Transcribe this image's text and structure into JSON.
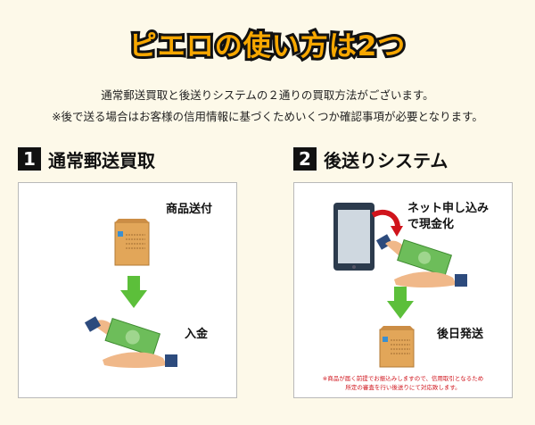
{
  "page": {
    "title": "ピエロの使い方は2つ",
    "intro_line1": "通常郵送買取と後送りシステムの２通りの買取方法がございます。",
    "intro_line2": "※後で送る場合はお客様の信用情報に基づくためいくつか確認事項が必要となります。"
  },
  "method1": {
    "number": "1",
    "title": "通常郵送買取",
    "step1": "商品送付",
    "step2": "入金"
  },
  "method2": {
    "number": "2",
    "title": "後送りシステム",
    "step1_line1": "ネット申し込み",
    "step1_line2": "で現金化",
    "step2": "後日発送",
    "note_line1": "※商品が届く前提でお振込みしますので、信用取引となるため",
    "note_line2": "所定の審査を行い後送りにて対応致します。"
  },
  "colors": {
    "title_fill": "#f7a700",
    "arrow_green": "#5cbf3a",
    "note_red": "#d0141c",
    "background": "#fdf9e9"
  }
}
